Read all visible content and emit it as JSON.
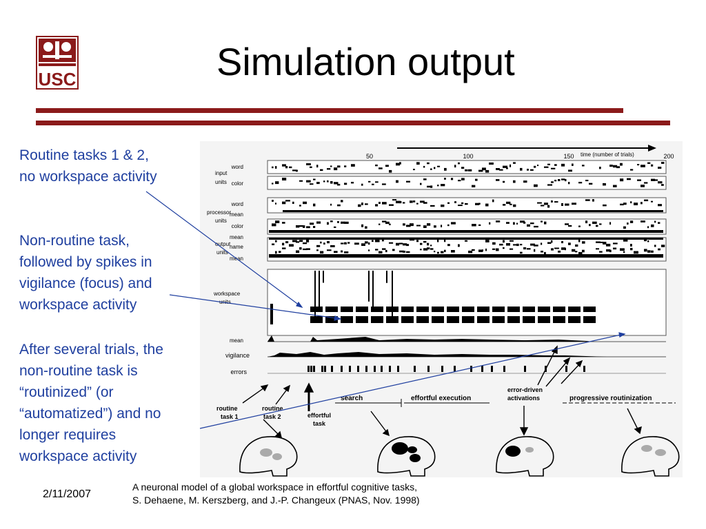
{
  "slide": {
    "title": "Simulation output",
    "date": "2/11/2007",
    "accent_color": "#8b1a1a",
    "text_color": "#1f3f9f",
    "logo": {
      "icon": "usc-logo-icon",
      "text": "USC"
    }
  },
  "annotations": [
    {
      "lines": [
        "Routine tasks 1 & 2,",
        "no workspace activity"
      ]
    },
    {
      "lines": [
        "Non-routine task,",
        "followed by spikes in",
        "vigilance (focus) and",
        "workspace activity"
      ]
    },
    {
      "lines": [
        "After several trials, the",
        "non-routine task is",
        "“routinized” (or",
        "“automatized”) and no",
        "longer requires",
        "workspace activity"
      ]
    }
  ],
  "citation": {
    "lines": [
      "A neuronal model of a global workspace in effortful cognitive tasks,",
      "S. Dehaene, M. Kerszberg, and J.-P. Changeux (PNAS, Nov. 1998)"
    ]
  },
  "figure": {
    "time_ticks": [
      "50",
      "100",
      "150",
      "200"
    ],
    "time_label": "time (number of trials)",
    "group_labels": {
      "input": [
        "input",
        "units"
      ],
      "processor": [
        "processor",
        "units"
      ],
      "output": [
        "output",
        "units"
      ],
      "workspace": [
        "workspace",
        "units"
      ]
    },
    "row_labels": {
      "input_word": "word",
      "input_color": "color",
      "proc_word": "word",
      "proc_mean": "mean",
      "proc_color": "color",
      "out_mean": "mean",
      "out_name": "name",
      "out_mean2": "mean",
      "ws_mean": "mean",
      "vigilance": "vigilance",
      "errors": "errors"
    },
    "phase_labels": {
      "routine1": [
        "routine",
        "task 1"
      ],
      "routine2": [
        "routine",
        "task 2"
      ],
      "effortful": [
        "effortful",
        "task"
      ],
      "search": "search",
      "effortful_execution": "effortful execution",
      "error_driven": [
        "error-driven",
        "activations"
      ],
      "progressive": "progressive routinization"
    }
  }
}
